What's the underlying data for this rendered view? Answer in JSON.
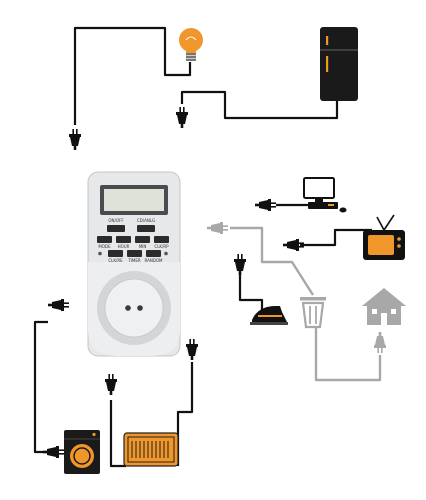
{
  "timer": {
    "display": "",
    "row1_labels": [
      "ON/OFF",
      "CD/ANLG"
    ],
    "row2_labels": [
      "MODE",
      "HOUR",
      "MIN",
      "CLK/RP"
    ],
    "row3_labels": [
      "CLK/RE",
      "TIMER",
      "RANDOM"
    ]
  },
  "colors": {
    "wire_dark": "#111111",
    "wire_gray": "#a8a8a8",
    "accent_orange": "#f0962a",
    "timer_body": "#e6e8ea",
    "lcd": "#dfe2d8"
  },
  "icons": [
    "light-bulb-icon",
    "refrigerator-icon",
    "plug-icon",
    "desktop-computer-icon",
    "television-icon",
    "clothes-iron-icon",
    "trash-bin-icon",
    "house-icon",
    "washing-machine-icon",
    "radio-icon"
  ]
}
